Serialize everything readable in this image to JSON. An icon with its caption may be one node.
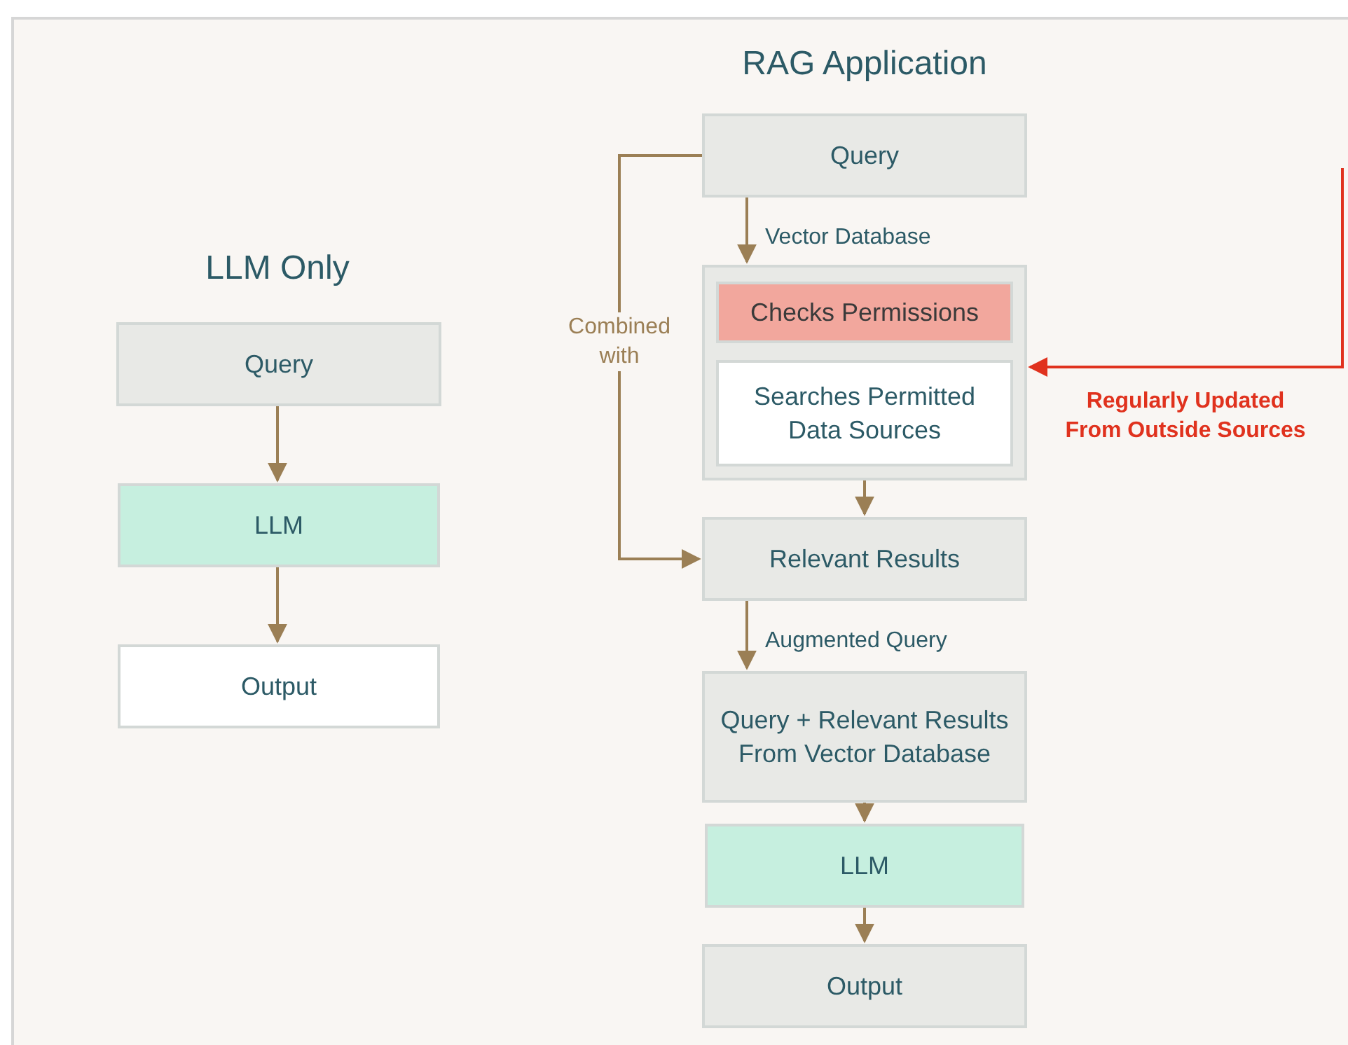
{
  "diagram": {
    "nodes": [
      {
        "text": [
          "Query"
        ]
      },
      {
        "text": [
          "LLM"
        ]
      },
      {
        "text": [
          "Output"
        ]
      },
      {
        "text": [
          "Query"
        ]
      },
      {
        "text": [],
        "shape": "box"
      },
      {
        "text": [
          "Checks Permissions"
        ],
        "in": 4
      },
      {
        "text": [
          "Searches Permitted Data Sources"
        ],
        "in": 4
      },
      {
        "text": [
          "Relevant Results"
        ]
      },
      {
        "text": [
          "Query + Relevant Results From Vector Database"
        ]
      },
      {
        "text": [
          "LLM"
        ]
      },
      {
        "text": [
          "Output"
        ]
      }
    ],
    "edges": [
      {
        "from": 0,
        "to": 1,
        "arrow": "to"
      },
      {
        "from": 1,
        "to": 2,
        "arrow": "to"
      },
      {
        "from": 3,
        "to": 4,
        "arrow": "to",
        "label": "Vector Database"
      },
      {
        "from": 3,
        "to": 7,
        "arrow": "to",
        "label": "Combined with"
      },
      {
        "from": 4,
        "to": 7,
        "arrow": "to"
      },
      {
        "from": 7,
        "to": 8,
        "arrow": "to",
        "label": "Augmented Query"
      },
      {
        "from": 8,
        "to": 9,
        "arrow": "to"
      },
      {
        "from": 9,
        "to": 10,
        "arrow": "to"
      },
      {
        "from": null,
        "to": 4,
        "arrow": "to",
        "label": "Regularly Updated From Outside Sources",
        "color": "#e0321e"
      }
    ],
    "labels": [
      "RAG Application",
      "LLM Only"
    ]
  }
}
